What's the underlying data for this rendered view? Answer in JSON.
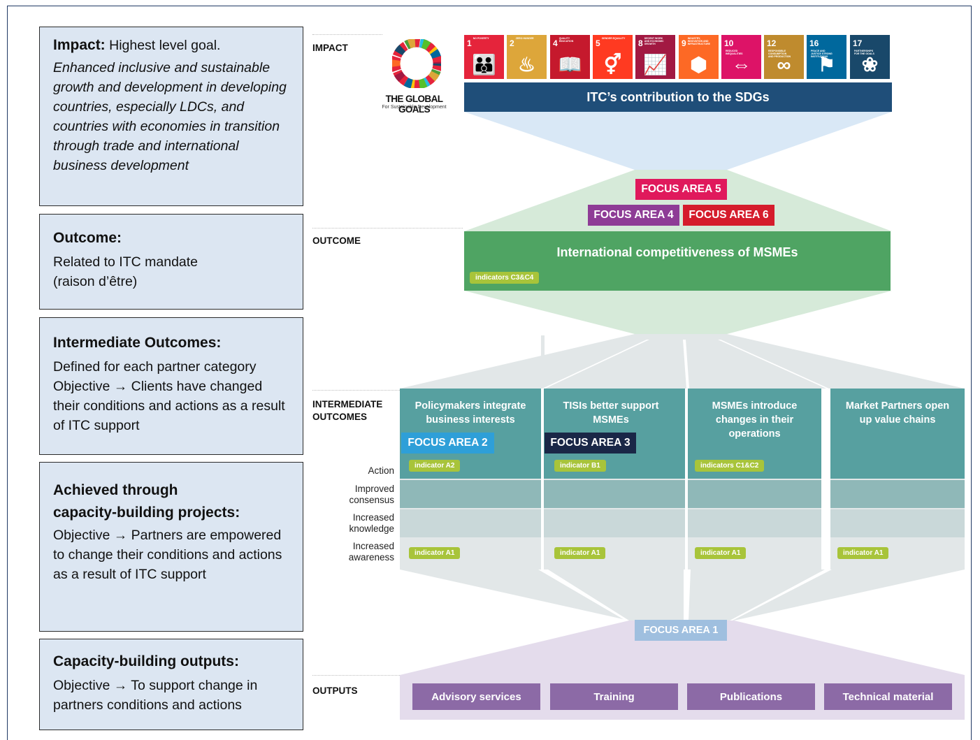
{
  "left_boxes": [
    {
      "heading": "Impact:",
      "inline": "Highest level goal.",
      "italic": "Enhanced inclusive and sustainable growth and development in developing countries, especially LDCs, and countries with economies in transition through trade and international business development"
    },
    {
      "heading": "Outcome:",
      "lines": [
        "Related to ITC mandate",
        "(raison d’être)"
      ]
    },
    {
      "heading": "Intermediate Outcomes:",
      "lines": [
        "Defined for each partner category",
        "Objective → Clients have changed their conditions and actions as a result of ITC support"
      ]
    },
    {
      "heading_lines": [
        "Achieved through",
        "capacity-building projects:"
      ],
      "text": "Objective → Partners are empowered to change their conditions and actions as a result of ITC support"
    },
    {
      "heading": "Capacity-building outputs:",
      "text": "Objective → To support change in partners conditions and actions"
    }
  ],
  "levels": {
    "impact": "IMPACT",
    "outcome": "OUTCOME",
    "intermediate": [
      "INTERMEDIATE",
      "OUTCOMES"
    ],
    "outputs": "OUTPUTS"
  },
  "global_goals": {
    "title": "THE GLOBAL GOALS",
    "subtitle": "For Sustainable Development"
  },
  "sdgs": [
    {
      "num": "1",
      "small": "NO POVERTY",
      "color": "#e5243b",
      "icon": "people-icon"
    },
    {
      "num": "2",
      "small": "ZERO HUNGER",
      "color": "#dda63a",
      "icon": "bowl-icon"
    },
    {
      "num": "4",
      "small": "QUALITY EDUCATION",
      "color": "#c5192d",
      "icon": "book-icon"
    },
    {
      "num": "5",
      "small": "GENDER EQUALITY",
      "color": "#ff3a21",
      "icon": "gender-icon"
    },
    {
      "num": "8",
      "small": "DECENT WORK AND ECONOMIC GROWTH",
      "color": "#a21942",
      "icon": "growth-chart-icon"
    },
    {
      "num": "9",
      "small": "INDUSTRY, INNOVATION AND INFRASTRUCTURE",
      "color": "#fd6925",
      "icon": "cubes-icon"
    },
    {
      "num": "10",
      "small": "REDUCED INEQUALITIES",
      "color": "#dd1367",
      "icon": "equality-icon"
    },
    {
      "num": "12",
      "small": "RESPONSIBLE CONSUMPTION AND PRODUCTION",
      "color": "#bf8b2e",
      "icon": "infinity-icon"
    },
    {
      "num": "16",
      "small": "PEACE AND JUSTICE STRONG INSTITUTIONS",
      "color": "#00689d",
      "icon": "dove-icon"
    },
    {
      "num": "17",
      "small": "PARTNERSHIPS FOR THE GOALS",
      "color": "#19486a",
      "icon": "flower-icon"
    }
  ],
  "banner": "ITC’s contribution to the SDGs",
  "focus_areas": {
    "fa1": "FOCUS AREA 1",
    "fa2": "FOCUS AREA 2",
    "fa3": "FOCUS AREA 3",
    "fa4": "FOCUS AREA 4",
    "fa5": "FOCUS AREA 5",
    "fa6": "FOCUS AREA 6"
  },
  "outcome_box": {
    "title": "International competitiveness of MSMEs",
    "indicator": "indicators C3&C4"
  },
  "columns": [
    {
      "title": "Policymakers integrate business interests",
      "lines": [
        "Policymakers integrate",
        "business interests"
      ],
      "indicator_action": "indicator A2",
      "indicator_awareness": "indicator A1"
    },
    {
      "title": "TISIs better support MSMEs",
      "lines": [
        "TISIs better support",
        "MSMEs"
      ],
      "indicator_action": "indicator B1",
      "indicator_awareness": "indicator A1"
    },
    {
      "title": "MSMEs introduce changes in their operations",
      "lines": [
        "MSMEs introduce",
        "changes in their",
        "operations"
      ],
      "indicator_action": "indicators C1&C2",
      "indicator_awareness": "indicator A1"
    },
    {
      "title": "Market Partners open up value chains",
      "lines": [
        "Market Partners open",
        "up value chains"
      ],
      "indicator_awareness": "indicator A1"
    }
  ],
  "row_labels": {
    "action": "Action",
    "consensus": [
      "Improved",
      "consensus"
    ],
    "knowledge": [
      "Increased",
      "knowledge"
    ],
    "awareness": [
      "Increased",
      "awareness"
    ]
  },
  "outputs": [
    "Advisory services",
    "Training",
    "Publications",
    "Technical material"
  ],
  "colors": {
    "navy": "#1f4e79",
    "outcome_green": "#4fa463",
    "teal": "#57a0a0",
    "indicator_green": "#a8c43a",
    "fa5": "#e0195c",
    "fa4": "#8e3c96",
    "fa6": "#d51c2c",
    "fa2": "#2e9fd8",
    "fa3": "#1a2747",
    "fa1": "#9fbfdf",
    "output_purple": "#8c6aa6",
    "left_box": "#dce6f2"
  }
}
